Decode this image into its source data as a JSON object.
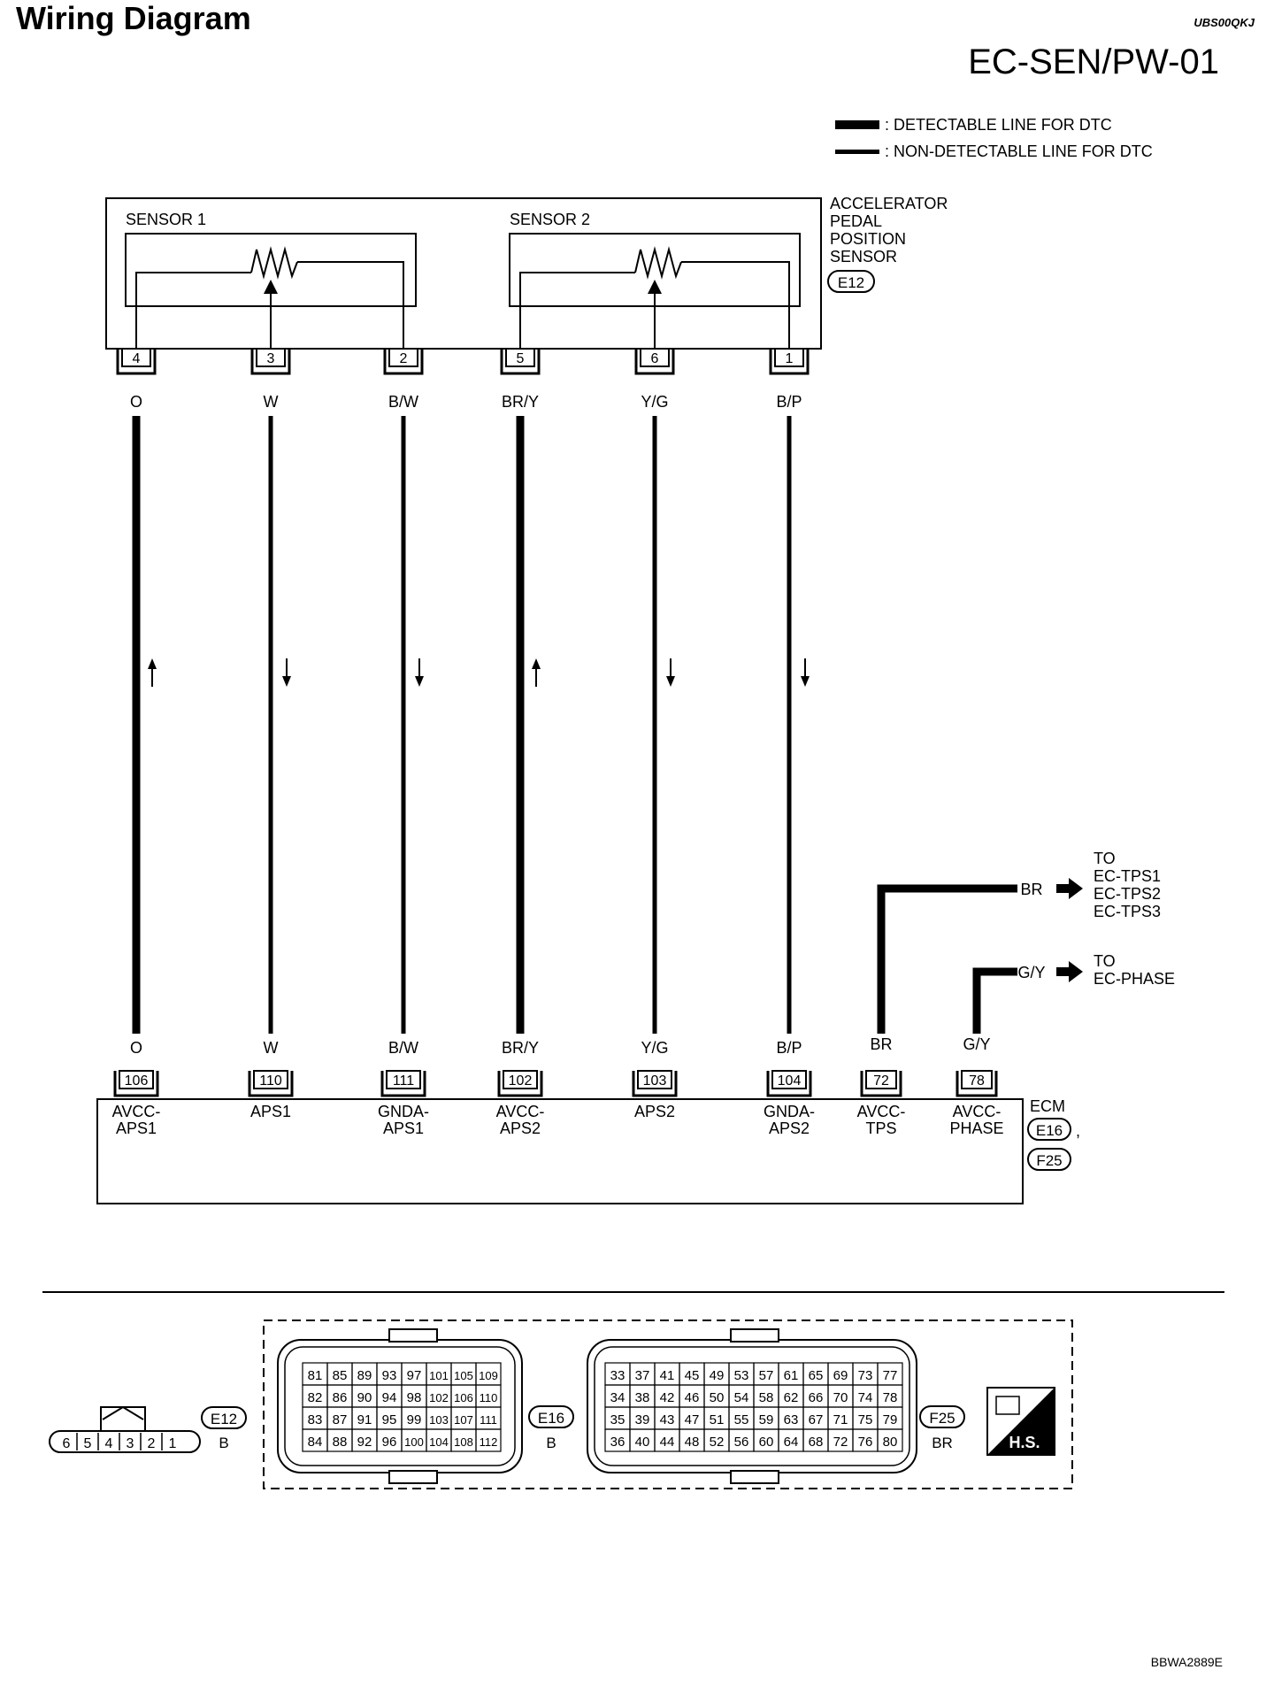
{
  "header": {
    "title": "Wiring Diagram",
    "doc_code": "UBS00QKJ",
    "diagram_id": "EC-SEN/PW-01",
    "figure_code": "BBWA2889E"
  },
  "legend": {
    "detectable": ": DETECTABLE LINE FOR DTC",
    "non_detectable": ": NON-DETECTABLE LINE FOR DTC"
  },
  "sensor_component": {
    "name_lines": [
      "ACCELERATOR",
      "PEDAL",
      "POSITION",
      "SENSOR"
    ],
    "connector": "E12",
    "sensor1_label": "SENSOR 1",
    "sensor2_label": "SENSOR 2"
  },
  "circuits": [
    {
      "sensor_pin": "4",
      "wire": "O",
      "ecm_pin": "106",
      "ecm_label": [
        "AVCC-",
        "APS1"
      ],
      "direction": "up"
    },
    {
      "sensor_pin": "3",
      "wire": "W",
      "ecm_pin": "110",
      "ecm_label": [
        "APS1"
      ],
      "direction": "down"
    },
    {
      "sensor_pin": "2",
      "wire": "B/W",
      "ecm_pin": "111",
      "ecm_label": [
        "GNDA-",
        "APS1"
      ],
      "direction": "down"
    },
    {
      "sensor_pin": "5",
      "wire": "BR/Y",
      "ecm_pin": "102",
      "ecm_label": [
        "AVCC-",
        "APS2"
      ],
      "direction": "up"
    },
    {
      "sensor_pin": "6",
      "wire": "Y/G",
      "ecm_pin": "103",
      "ecm_label": [
        "APS2"
      ],
      "direction": "down"
    },
    {
      "sensor_pin": "1",
      "wire": "B/P",
      "ecm_pin": "104",
      "ecm_label": [
        "GNDA-",
        "APS2"
      ],
      "direction": "down"
    }
  ],
  "ecm_extra_circuits": [
    {
      "wire": "BR",
      "ecm_pin": "72",
      "ecm_label": [
        "AVCC-",
        "TPS"
      ],
      "to_wire": "BR",
      "to_lines": [
        "TO",
        "EC-TPS1",
        "EC-TPS2",
        "EC-TPS3"
      ]
    },
    {
      "wire": "G/Y",
      "ecm_pin": "78",
      "ecm_label": [
        "AVCC-",
        "PHASE"
      ],
      "to_wire": "G/Y",
      "to_lines": [
        "TO",
        "EC-PHASE"
      ]
    }
  ],
  "ecm": {
    "name": "ECM",
    "connectors": [
      "E16",
      "F25"
    ],
    "separator": ","
  },
  "connector_views": {
    "e12": {
      "id": "E12",
      "color": "B",
      "pins": [
        "6",
        "5",
        "4",
        "3",
        "2",
        "1"
      ]
    },
    "e16": {
      "id": "E16",
      "color": "B",
      "rows": [
        [
          "81",
          "85",
          "89",
          "93",
          "97",
          "101",
          "105",
          "109"
        ],
        [
          "82",
          "86",
          "90",
          "94",
          "98",
          "102",
          "106",
          "110"
        ],
        [
          "83",
          "87",
          "91",
          "95",
          "99",
          "103",
          "107",
          "111"
        ],
        [
          "84",
          "88",
          "92",
          "96",
          "100",
          "104",
          "108",
          "112"
        ]
      ]
    },
    "f25": {
      "id": "F25",
      "color": "BR",
      "rows": [
        [
          "33",
          "37",
          "41",
          "45",
          "49",
          "53",
          "57",
          "61",
          "65",
          "69",
          "73",
          "77"
        ],
        [
          "34",
          "38",
          "42",
          "46",
          "50",
          "54",
          "58",
          "62",
          "66",
          "70",
          "74",
          "78"
        ],
        [
          "35",
          "39",
          "43",
          "47",
          "51",
          "55",
          "59",
          "63",
          "67",
          "71",
          "75",
          "79"
        ],
        [
          "36",
          "40",
          "44",
          "48",
          "52",
          "56",
          "60",
          "64",
          "68",
          "72",
          "76",
          "80"
        ]
      ]
    },
    "hs_badge": "H.S."
  }
}
